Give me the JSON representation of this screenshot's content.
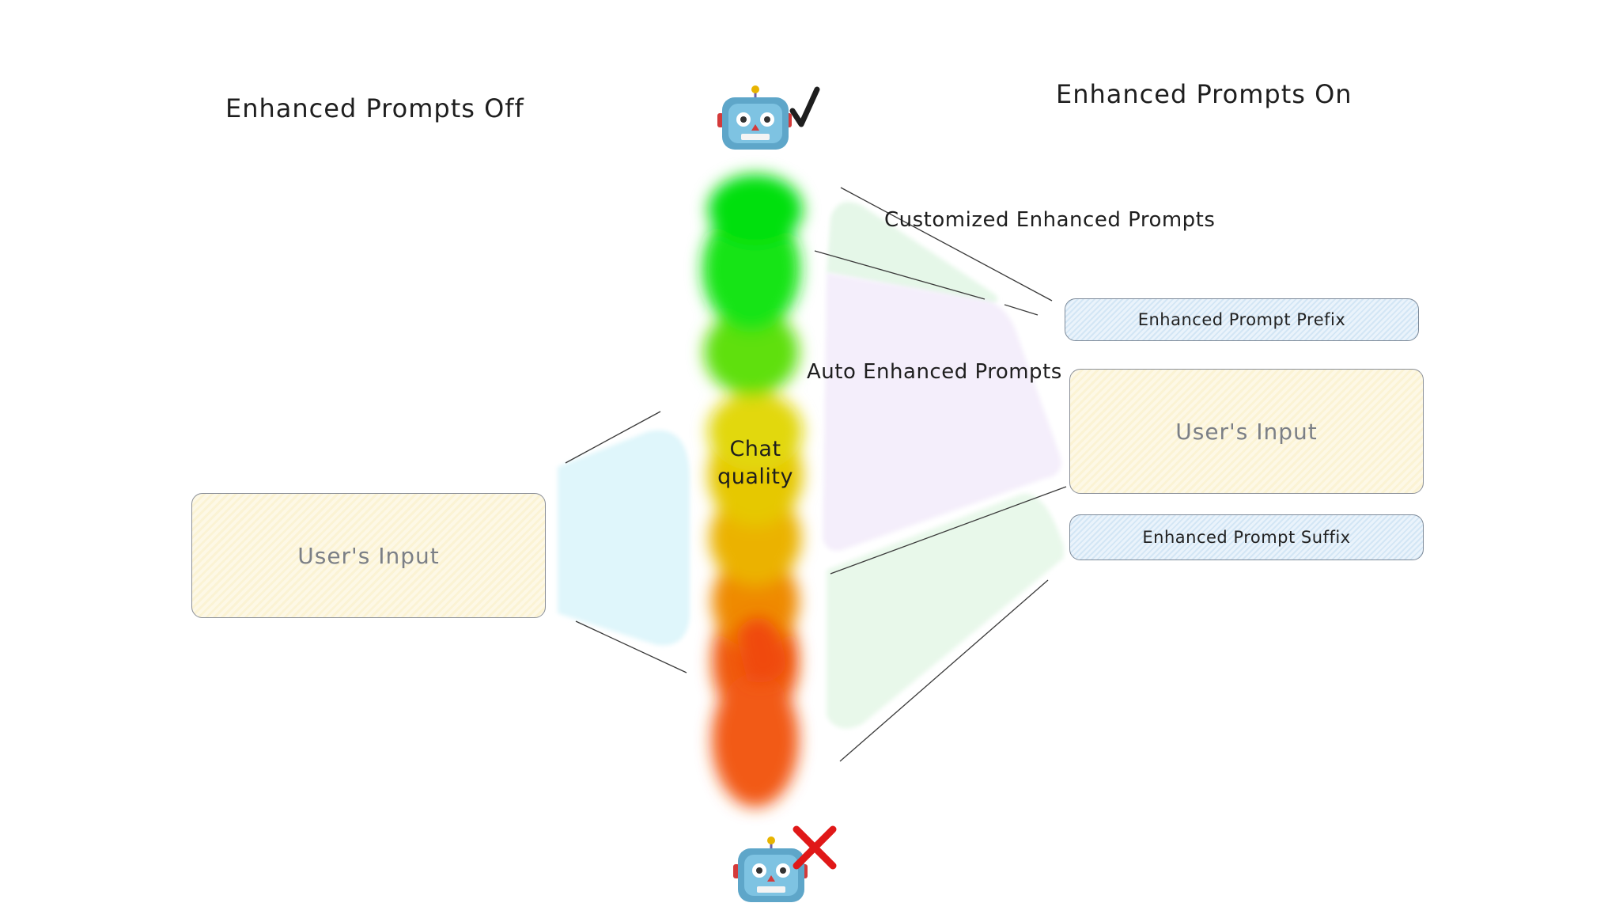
{
  "left_title": "Enhanced Prompts Off",
  "right_title": "Enhanced Prompts On",
  "left_input": "User's Input",
  "right_input": "User's Input",
  "prefix": "Enhanced Prompt Prefix",
  "suffix": "Enhanced Prompt Suffix",
  "customized_label": "Customized Enhanced Prompts",
  "auto_label": "Auto Enhanced Prompts",
  "chat_quality": {
    "line1": "Chat",
    "line2": "quality"
  },
  "icons": {
    "top": "robot-check-icon",
    "bottom": "robot-cross-icon"
  },
  "colors": {
    "green": "#00e00f",
    "lime": "#5ee010",
    "yellow": "#e2d80b",
    "orange": "#e9a400",
    "red_orange": "#f05a10",
    "check": "#1e1e1e",
    "cross": "#e01818"
  }
}
